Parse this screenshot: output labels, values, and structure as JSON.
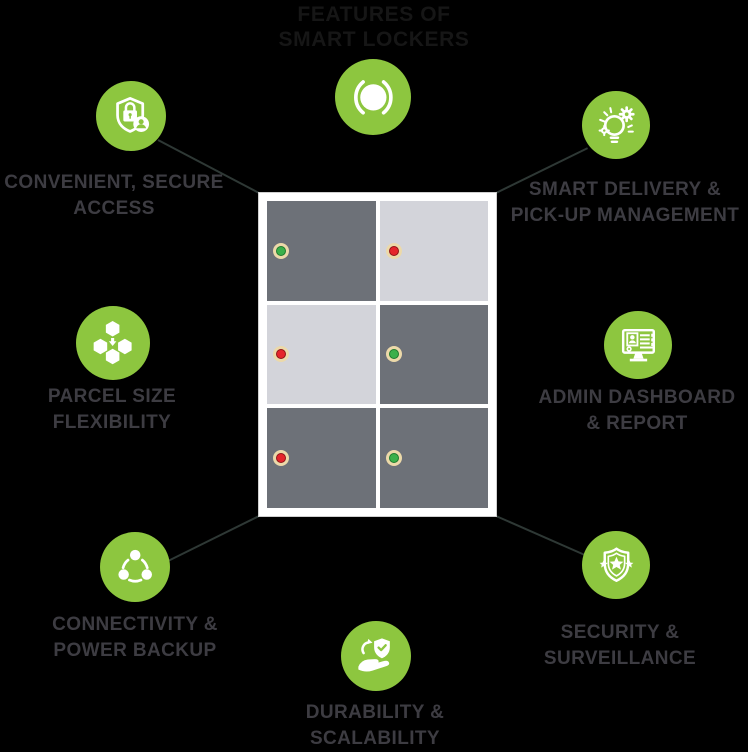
{
  "title": {
    "line1": "FEATURES OF",
    "line2": "SMART LOCKERS"
  },
  "colors": {
    "accent_green": "#8dc63f",
    "label_text": "#3d3c42",
    "title_text": "#161616",
    "background": "#000000",
    "door_dark": "#6d7178",
    "door_light": "#d3d4da",
    "led_green": "#3bb04a",
    "led_red": "#e5252b",
    "led_ring": "#ecd9a9",
    "locker_frame": "#ffffff"
  },
  "features": [
    {
      "id": "convenient-secure-access",
      "icon": "shield-lock-user-icon",
      "line1": "CONVENIENT, SECURE",
      "line2": "ACCESS"
    },
    {
      "id": "smart-delivery-pickup",
      "icon": "bulb-gear-icon",
      "line1": "SMART DELIVERY &",
      "line2": "PICK-UP MANAGEMENT"
    },
    {
      "id": "parcel-size-flexibility",
      "icon": "hexagons-arrow-icon",
      "line1": "PARCEL SIZE",
      "line2": "FLEXIBILITY"
    },
    {
      "id": "admin-dashboard-report",
      "icon": "monitor-dashboard-icon",
      "line1": "ADMIN DASHBOARD",
      "line2": "& REPORT"
    },
    {
      "id": "connectivity-power-backup",
      "icon": "network-nodes-icon",
      "line1": "CONNECTIVITY &",
      "line2": "POWER BACKUP"
    },
    {
      "id": "durability-scalability",
      "icon": "hand-shield-icon",
      "line1": "DURABILITY &",
      "line2": "SCALABILITY"
    },
    {
      "id": "security-surveillance",
      "icon": "shield-stars-icon",
      "line1": "SECURITY &",
      "line2": "SURVEILLANCE"
    }
  ],
  "locker": {
    "rows": [
      {
        "cells": [
          {
            "tone": "dark",
            "led": "green"
          },
          {
            "tone": "light",
            "led": "red"
          }
        ]
      },
      {
        "cells": [
          {
            "tone": "light",
            "led": "red"
          },
          {
            "tone": "dark",
            "led": "green"
          }
        ]
      },
      {
        "cells": [
          {
            "tone": "dark",
            "led": "red"
          },
          {
            "tone": "dark",
            "led": "green"
          }
        ]
      }
    ]
  }
}
